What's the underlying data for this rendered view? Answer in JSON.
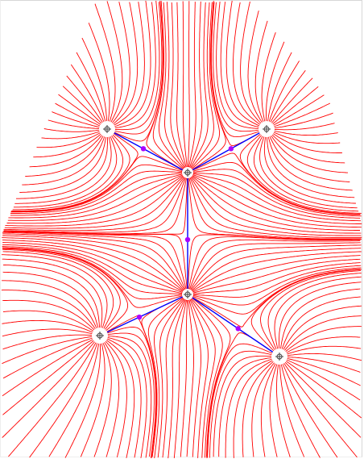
{
  "figure": {
    "description_visible_text": "",
    "colors": {
      "field_lines": "#ff0000",
      "bonds": "#0000ff",
      "midpoints": "#aa00ff",
      "atom_marker": "#444444",
      "atom_glow": "#ffffff",
      "background": "#ffffff"
    },
    "atoms": [
      {
        "id": "atom-top-left",
        "kind": "outer"
      },
      {
        "id": "atom-top-right",
        "kind": "outer"
      },
      {
        "id": "atom-upper-center",
        "kind": "central"
      },
      {
        "id": "atom-lower-center",
        "kind": "central"
      },
      {
        "id": "atom-bottom-left",
        "kind": "outer"
      },
      {
        "id": "atom-bottom-right",
        "kind": "outer"
      }
    ],
    "bonds": [
      {
        "from": "atom-upper-center",
        "to": "atom-top-left"
      },
      {
        "from": "atom-upper-center",
        "to": "atom-top-right"
      },
      {
        "from": "atom-upper-center",
        "to": "atom-lower-center"
      },
      {
        "from": "atom-lower-center",
        "to": "atom-bottom-left"
      },
      {
        "from": "atom-lower-center",
        "to": "atom-bottom-right"
      }
    ]
  }
}
